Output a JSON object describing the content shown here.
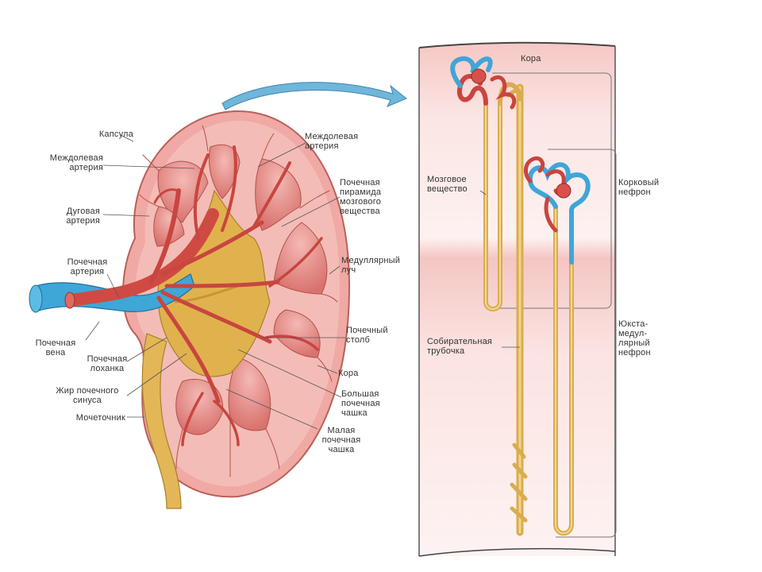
{
  "colors": {
    "artery": "#c9453f",
    "vein": "#3fa6d8",
    "cortex": "#f2b6b1",
    "medulla": "#e7928f",
    "pelvis": "#d9ad4e",
    "label_text": "#333333",
    "leader": "#555555"
  },
  "kidney_labels": {
    "capsule": "Капсула",
    "interlobar_artery_left": [
      "Междолевая",
      "артерия"
    ],
    "arcuate_artery": [
      "Дуговая",
      "артерия"
    ],
    "renal_artery": [
      "Почечная",
      "артерия"
    ],
    "renal_vein": [
      "Почечная",
      "вена"
    ],
    "renal_pelvis": [
      "Почечная",
      "лоханка"
    ],
    "sinus_fat": [
      "Жир почечного",
      "синуса"
    ],
    "ureter": "Мочеточник",
    "interlobar_artery_right": [
      "Междолевая",
      "артерия"
    ],
    "pyramid": [
      "Почечная",
      "пирамида",
      "мозгового",
      "вещества"
    ],
    "medullary_ray": [
      "Медуллярный",
      "луч"
    ],
    "renal_column": [
      "Почечный",
      "столб"
    ],
    "cortex": "Кора",
    "major_calyx": [
      "Большая",
      "почечная",
      "чашка"
    ],
    "minor_calyx": [
      "Малая",
      "почечная",
      "чашка"
    ]
  },
  "nephron_labels": {
    "cortex": "Кора",
    "medulla": [
      "Мозговое",
      "вещество"
    ],
    "cortical_nephron": [
      "Корковый",
      "нефрон"
    ],
    "collecting_duct": [
      "Собирательная",
      "трубочка"
    ],
    "juxtamedullary_nephron": [
      "Юкста-",
      "медул-",
      "лярный",
      "нефрон"
    ]
  }
}
